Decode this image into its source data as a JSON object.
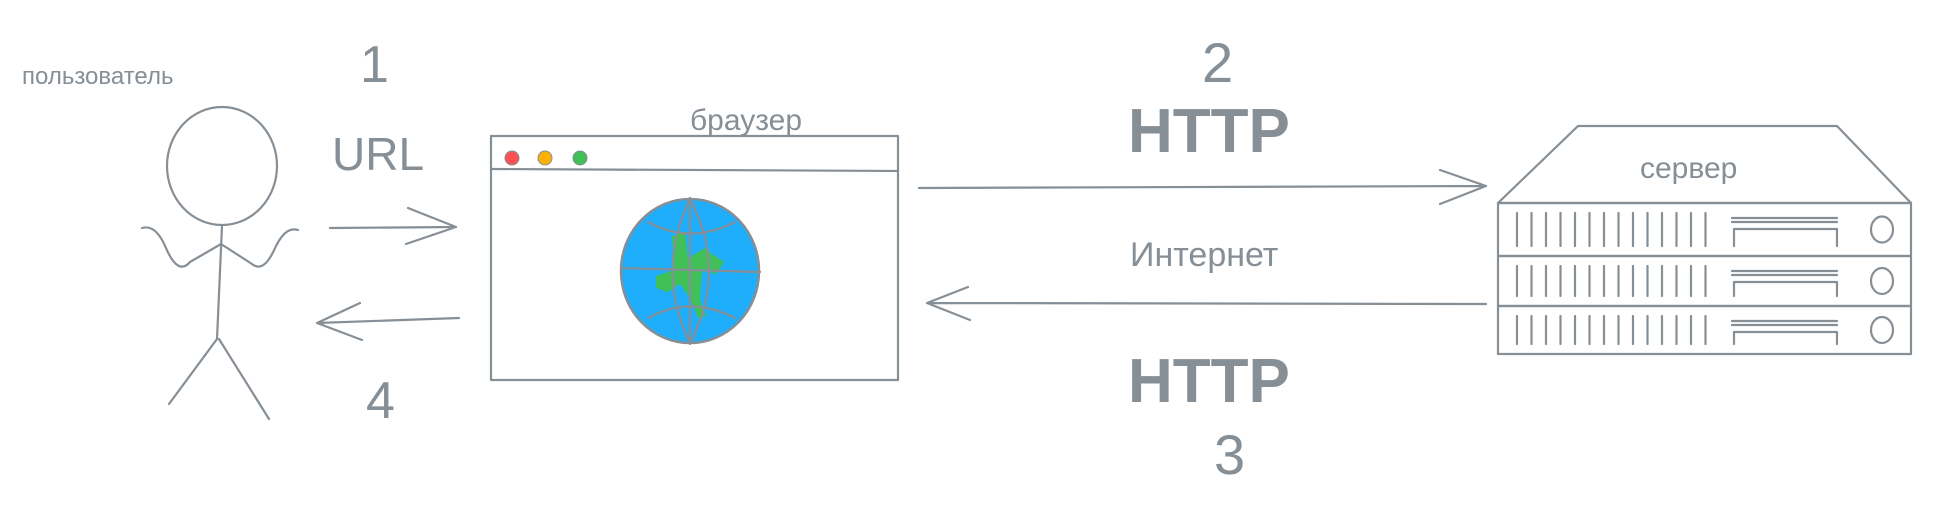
{
  "labels": {
    "user": "пользователь",
    "browser": "браузер",
    "server": "сервер",
    "internet": "Интернет"
  },
  "steps": [
    {
      "number": "1",
      "label": "URL"
    },
    {
      "number": "2",
      "label": "HTTP"
    },
    {
      "number": "3",
      "label": "HTTP"
    },
    {
      "number": "4",
      "label": ""
    }
  ],
  "colors": {
    "stroke": "#868e96",
    "globe": "#1eaefc",
    "land": "#40c057",
    "dot_red": "#fa5252",
    "dot_orange": "#fab005",
    "dot_green": "#40c057"
  }
}
